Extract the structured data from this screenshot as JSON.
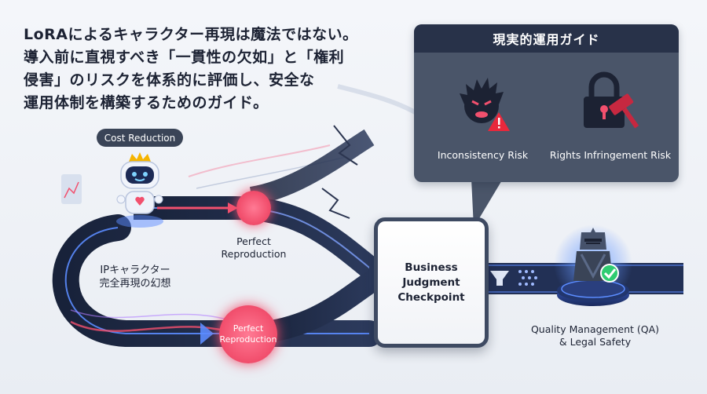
{
  "title_lines": [
    "LoRAによるキャラクター再現は魔法ではない。",
    "導入前に直視すべき「一貫性の欠如」と「権利",
    "侵害」のリスクを体系的に評価し、安全な",
    "運用体制を構築するためのガイド。"
  ],
  "panel": {
    "title": "現実的運用ガイド",
    "risks": [
      {
        "label": "Inconsistency Risk",
        "icon": "angry-face-warning-icon"
      },
      {
        "label": "Rights Infringement Risk",
        "icon": "padlock-gavel-icon"
      }
    ]
  },
  "nodes": {
    "cost_reduction": "Cost Reduction",
    "perfect_reproduction_top": "Perfect\nReproduction",
    "ip_illusion": "IPキャラクター\n完全再現の幻想",
    "perfect_reproduction_bottom": "Perfect\nReproduction",
    "checkpoint": "Business\nJudgment\nCheckpoint",
    "qa_legal": "Quality Management (QA)\n& Legal Safety"
  },
  "colors": {
    "pink": "#f2506e",
    "navy": "#283249",
    "panel": "#4a5569",
    "road": "#1e2a44",
    "glow_blue": "#5b8cff",
    "check_green": "#2ecc71"
  }
}
